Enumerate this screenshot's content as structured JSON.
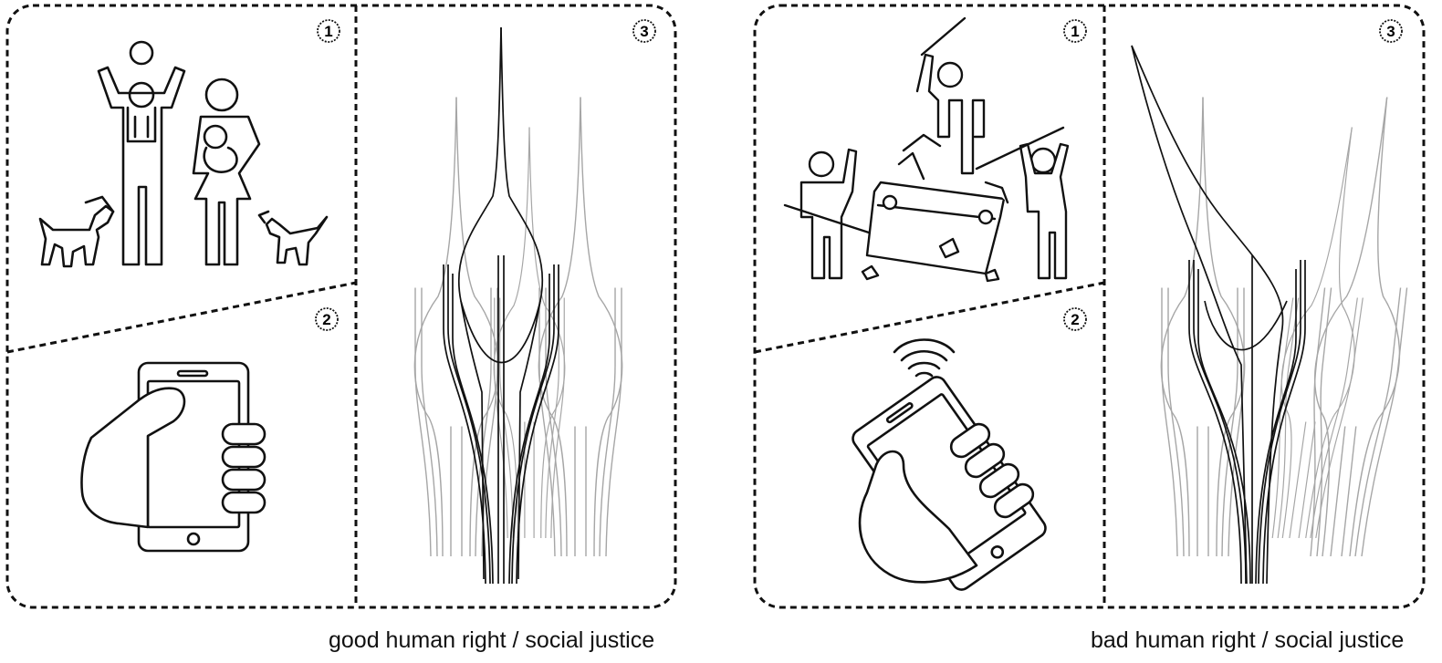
{
  "panels": {
    "left": {
      "caption": "good human right / social justice",
      "markers": [
        "1",
        "2",
        "3"
      ],
      "icons": [
        "family-icon",
        "phone-in-hand-icon",
        "lamp-cluster-icon"
      ]
    },
    "right": {
      "caption": "bad human right / social justice",
      "markers": [
        "1",
        "2",
        "3"
      ],
      "icons": [
        "riot-icon",
        "tilted-phone-signal-icon",
        "leaning-lamp-cluster-icon"
      ]
    }
  },
  "colors": {
    "ink": "#111111",
    "faded": "#9a9a9a",
    "background": "#ffffff"
  }
}
